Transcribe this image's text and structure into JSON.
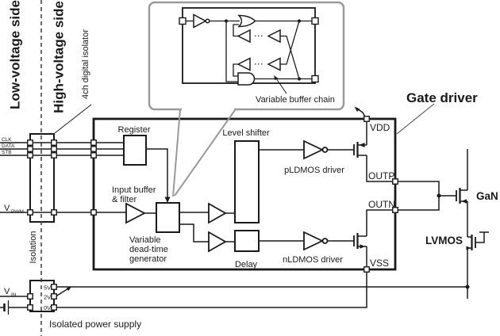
{
  "sides": {
    "low_voltage": "Low-voltage side",
    "high_voltage": "High-voltage side"
  },
  "isolation": {
    "barrier_label": "Isolation",
    "isolator_label": "4ch digital isolator"
  },
  "inputs": {
    "channels": [
      "CLK",
      "DATA",
      "STB"
    ],
    "pwm_base": "V",
    "pwm_sub": "PWM",
    "vin_base": "V",
    "vin_sub": "IN"
  },
  "gate_driver": {
    "title": "Gate driver",
    "register": "Register",
    "input_buffer_line1": "Input buffer",
    "input_buffer_line2": "& filter",
    "dead_time_line1": "Variable",
    "dead_time_line2": "dead-time",
    "dead_time_line3": "generator",
    "level_shifter": "Level shifter",
    "delay": "Delay",
    "pldmos": "pLDMOS driver",
    "nldmos": "nLDMOS driver",
    "pins": {
      "vdd": "VDD",
      "outp": "OUTP",
      "outn": "OUTN",
      "vss": "VSS"
    }
  },
  "inset": {
    "caption": "Variable buffer chain",
    "ellipsis": "···"
  },
  "power_supply": {
    "caption": "Isolated power supply",
    "rails": [
      "5V",
      "2V",
      "0V"
    ]
  },
  "power_stage": {
    "gan": "GaN",
    "lvmos": "LVMOS"
  },
  "colors": {
    "ink": "#1a1a1a",
    "callout_gray": "#9a9a9a"
  }
}
